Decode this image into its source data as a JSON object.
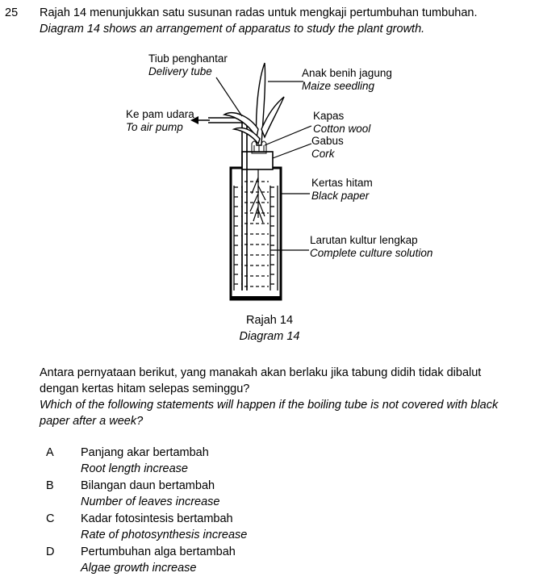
{
  "question": {
    "number": "25",
    "intro_ms": "Rajah 14 menunjukkan satu susunan radas untuk mengkaji pertumbuhan tumbuhan.",
    "intro_en": "Diagram 14 shows an arrangement of apparatus to study the plant growth."
  },
  "diagram": {
    "labels": {
      "delivery_ms": "Tiub penghantar",
      "delivery_en": "Delivery tube",
      "pump_ms": "Ke pam udara",
      "pump_en": "To air pump",
      "seedling_ms": "Anak benih jagung",
      "seedling_en": "Maize seedling",
      "cotton_ms": "Kapas",
      "cotton_en": "Cotton wool",
      "cork_ms": "Gabus",
      "cork_en": "Cork",
      "paper_ms": "Kertas hitam",
      "paper_en": "Black paper",
      "solution_ms": "Larutan kultur lengkap",
      "solution_en": "Complete culture solution"
    },
    "caption_ms": "Rajah 14",
    "caption_en": "Diagram 14"
  },
  "stem": {
    "ms_line1": "Antara pernyataan berikut, yang manakah akan berlaku jika tabung didih tidak dibalut",
    "ms_line2": "dengan kertas hitam selepas seminggu?",
    "en_line1": "Which of the following statements will happen if the boiling tube is not covered with black",
    "en_line2": "paper after a week?"
  },
  "options": [
    {
      "letter": "A",
      "ms": "Panjang akar bertambah",
      "en": "Root length increase"
    },
    {
      "letter": "B",
      "ms": "Bilangan daun bertambah",
      "en": "Number of leaves increase"
    },
    {
      "letter": "C",
      "ms": "Kadar fotosintesis bertambah",
      "en": "Rate of photosynthesis increase"
    },
    {
      "letter": "D",
      "ms": "Pertumbuhan alga bertambah",
      "en": "Algae growth increase"
    }
  ]
}
